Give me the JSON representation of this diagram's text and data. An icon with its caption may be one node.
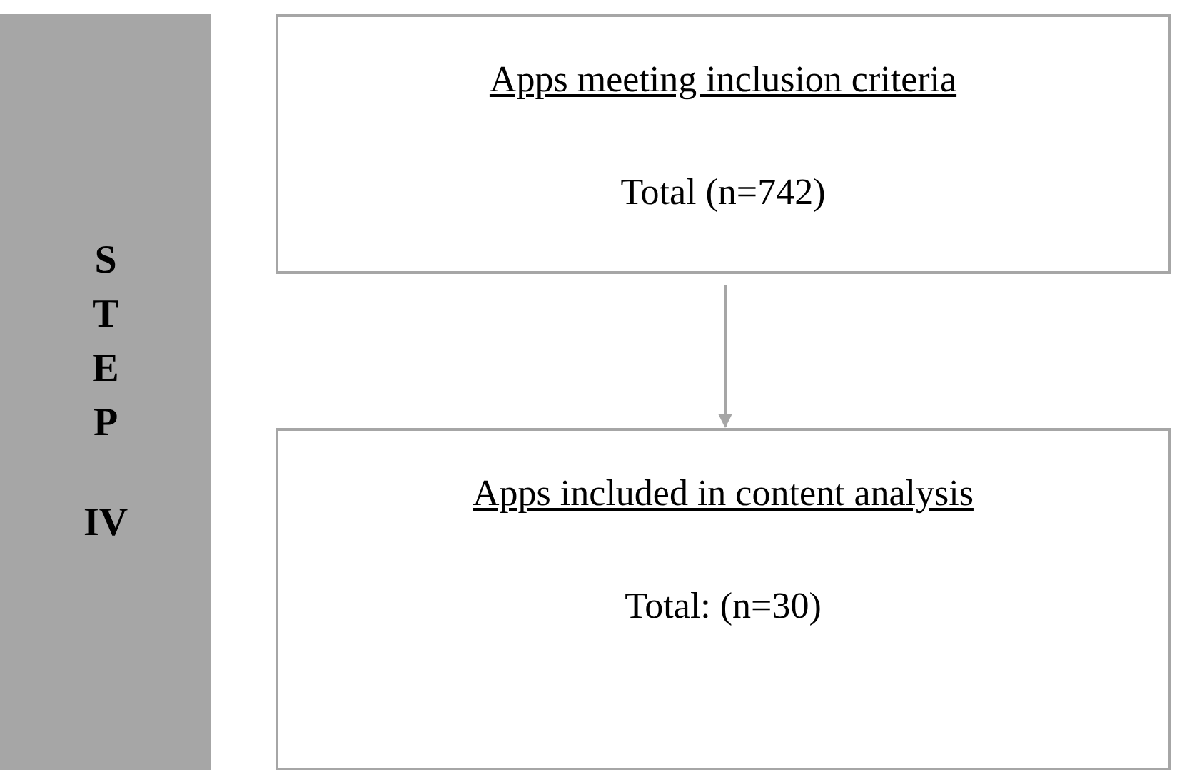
{
  "diagram": {
    "nodes": [
      {
        "text": [
          "S T E P",
          "IV"
        ]
      },
      {
        "text": [
          "Apps meeting inclusion criteria",
          "Total (n=742)"
        ]
      },
      {
        "text": [
          "Apps included in content analysis",
          "Total: (n=30)"
        ]
      }
    ],
    "edges": [
      {
        "from": 1,
        "to": 2,
        "arrow": "to",
        "color": "#a6a6a6"
      }
    ]
  }
}
